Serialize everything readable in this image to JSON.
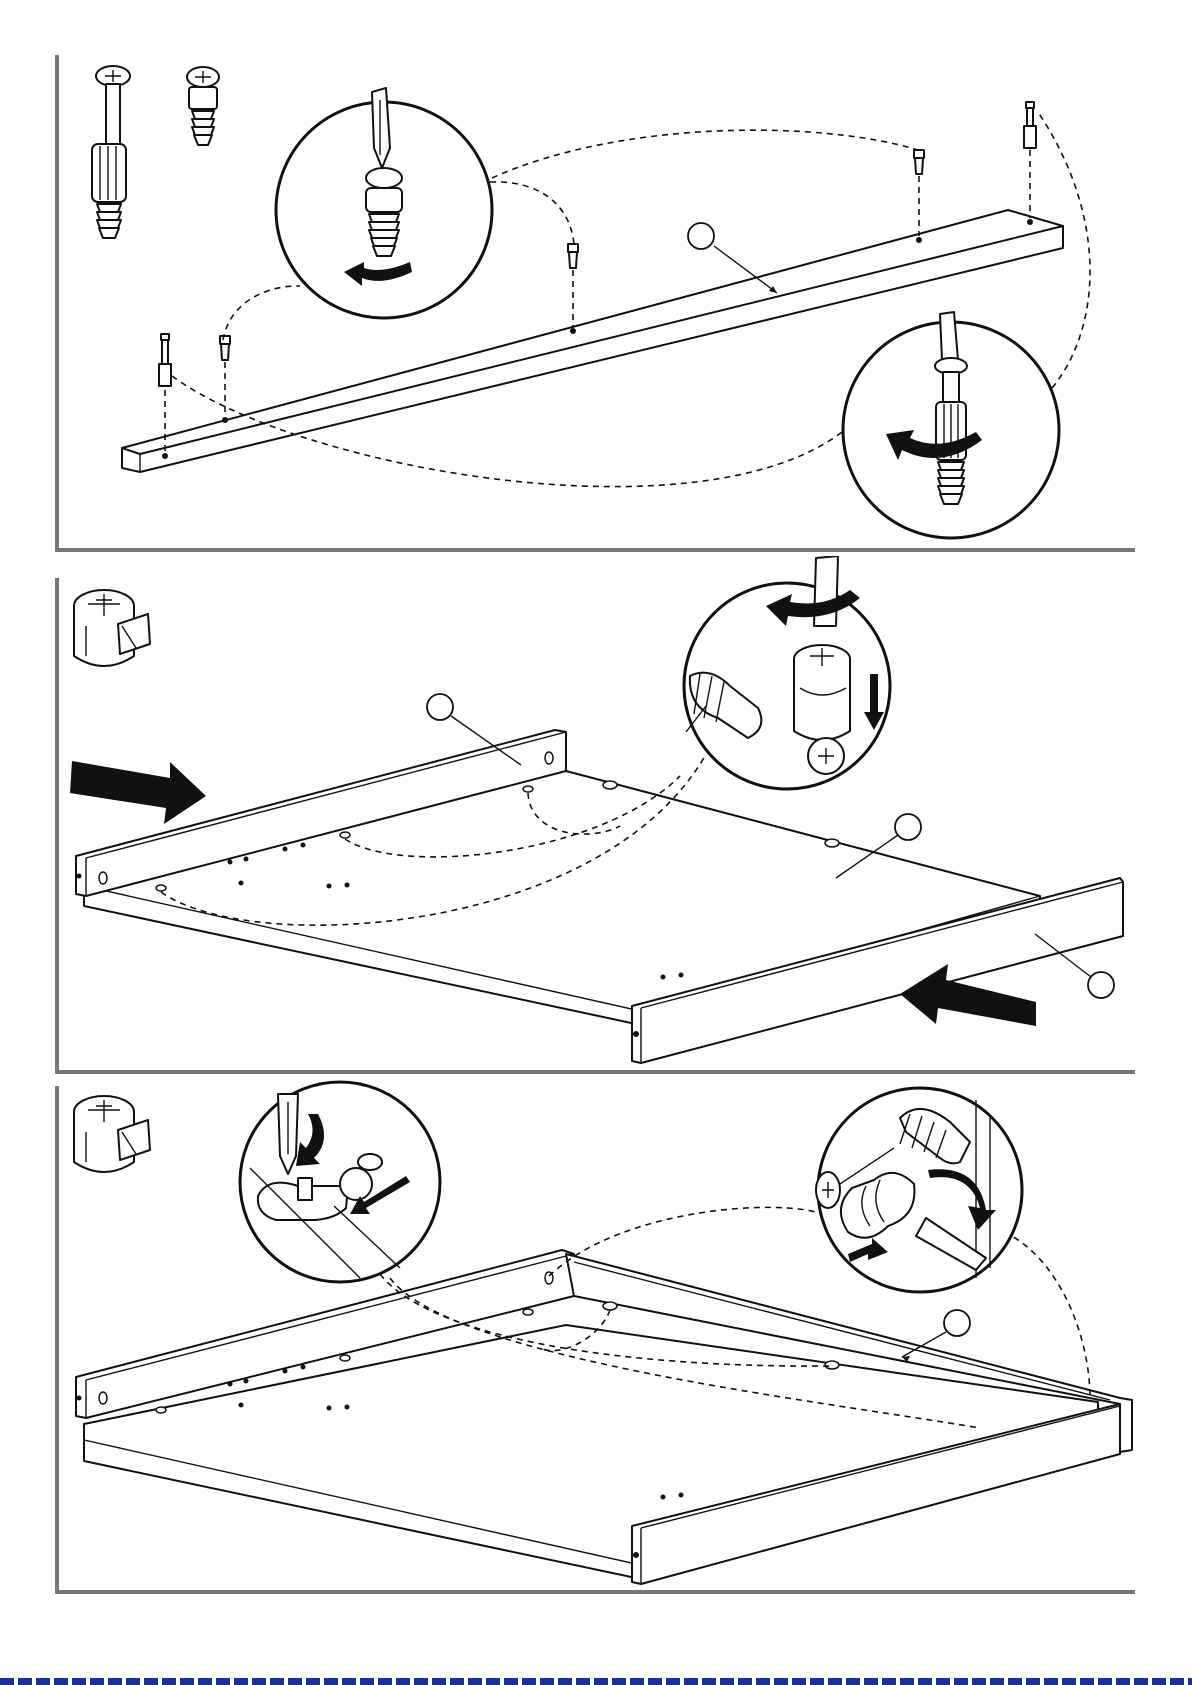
{
  "colors": {
    "line": "#111111",
    "frame": "#777777",
    "background": "#ffffff",
    "bottom_bar": "#1a2fa0"
  },
  "panels": [
    {
      "id": "step-1",
      "icons": [
        "cam-bolt-icon",
        "dowel-insert-icon"
      ],
      "callouts": 1,
      "magnifiers": 2
    },
    {
      "id": "step-2",
      "icons": [
        "cam-lock-icon"
      ],
      "callouts": 3,
      "magnifiers": 1
    },
    {
      "id": "step-3",
      "icons": [
        "cam-lock-icon"
      ],
      "callouts": 1,
      "magnifiers": 2
    }
  ]
}
